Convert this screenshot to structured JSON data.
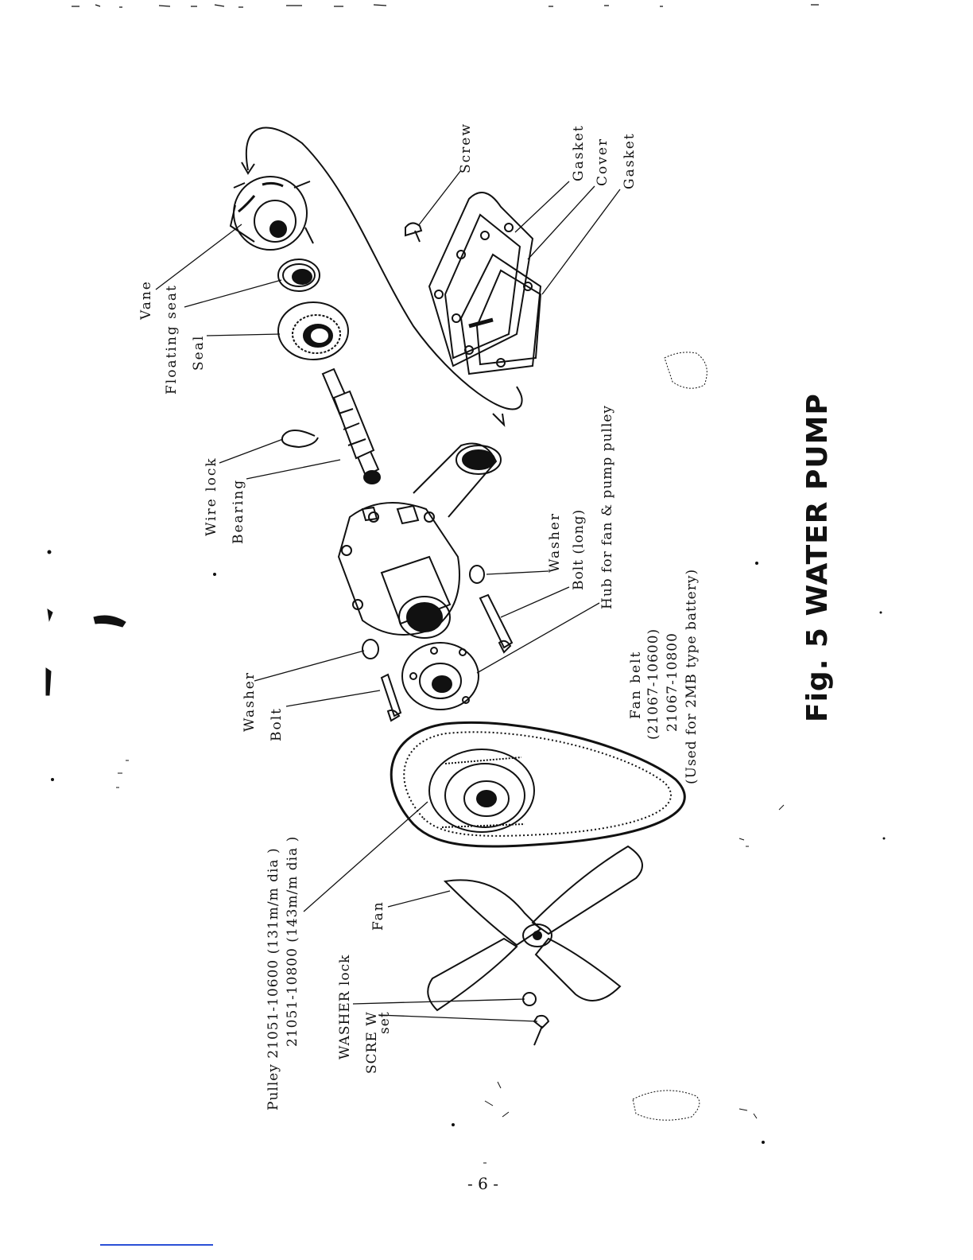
{
  "figure": {
    "caption": "Fig. 5 WATER PUMP",
    "page_number": "- 6 -"
  },
  "labels": {
    "screw": "Screw",
    "gasket_1": "Gasket",
    "cover": "Cover",
    "gasket_2": "Gasket",
    "vane": "Vane",
    "floating_seat": "Floating seat",
    "seal": "Seal",
    "wire_lock": "Wire lock",
    "bearing": "Bearing",
    "washer_1": "Washer",
    "bolt_long": "Bolt (long)",
    "hub": "Hub for fan & pump pulley",
    "washer_2": "Washer",
    "bolt": "Bolt",
    "fan_belt_title": "Fan belt",
    "fan_belt_line2": "(21067-10600)",
    "fan_belt_line3": "21067-10800",
    "fan_belt_line4": "(Used for 2MB type battery)",
    "pulley_line1": "Pulley 21051-10600 (131m/m dia  )",
    "pulley_line2": "21051-10800 (143m/m dia  )",
    "fan": "Fan",
    "washer_lock": "WASHER  lock",
    "screw_w": "SCRE W",
    "set": "set"
  },
  "colors": {
    "ink": "#111111",
    "paper": "#ffffff",
    "underline": "#2b4fd6"
  }
}
